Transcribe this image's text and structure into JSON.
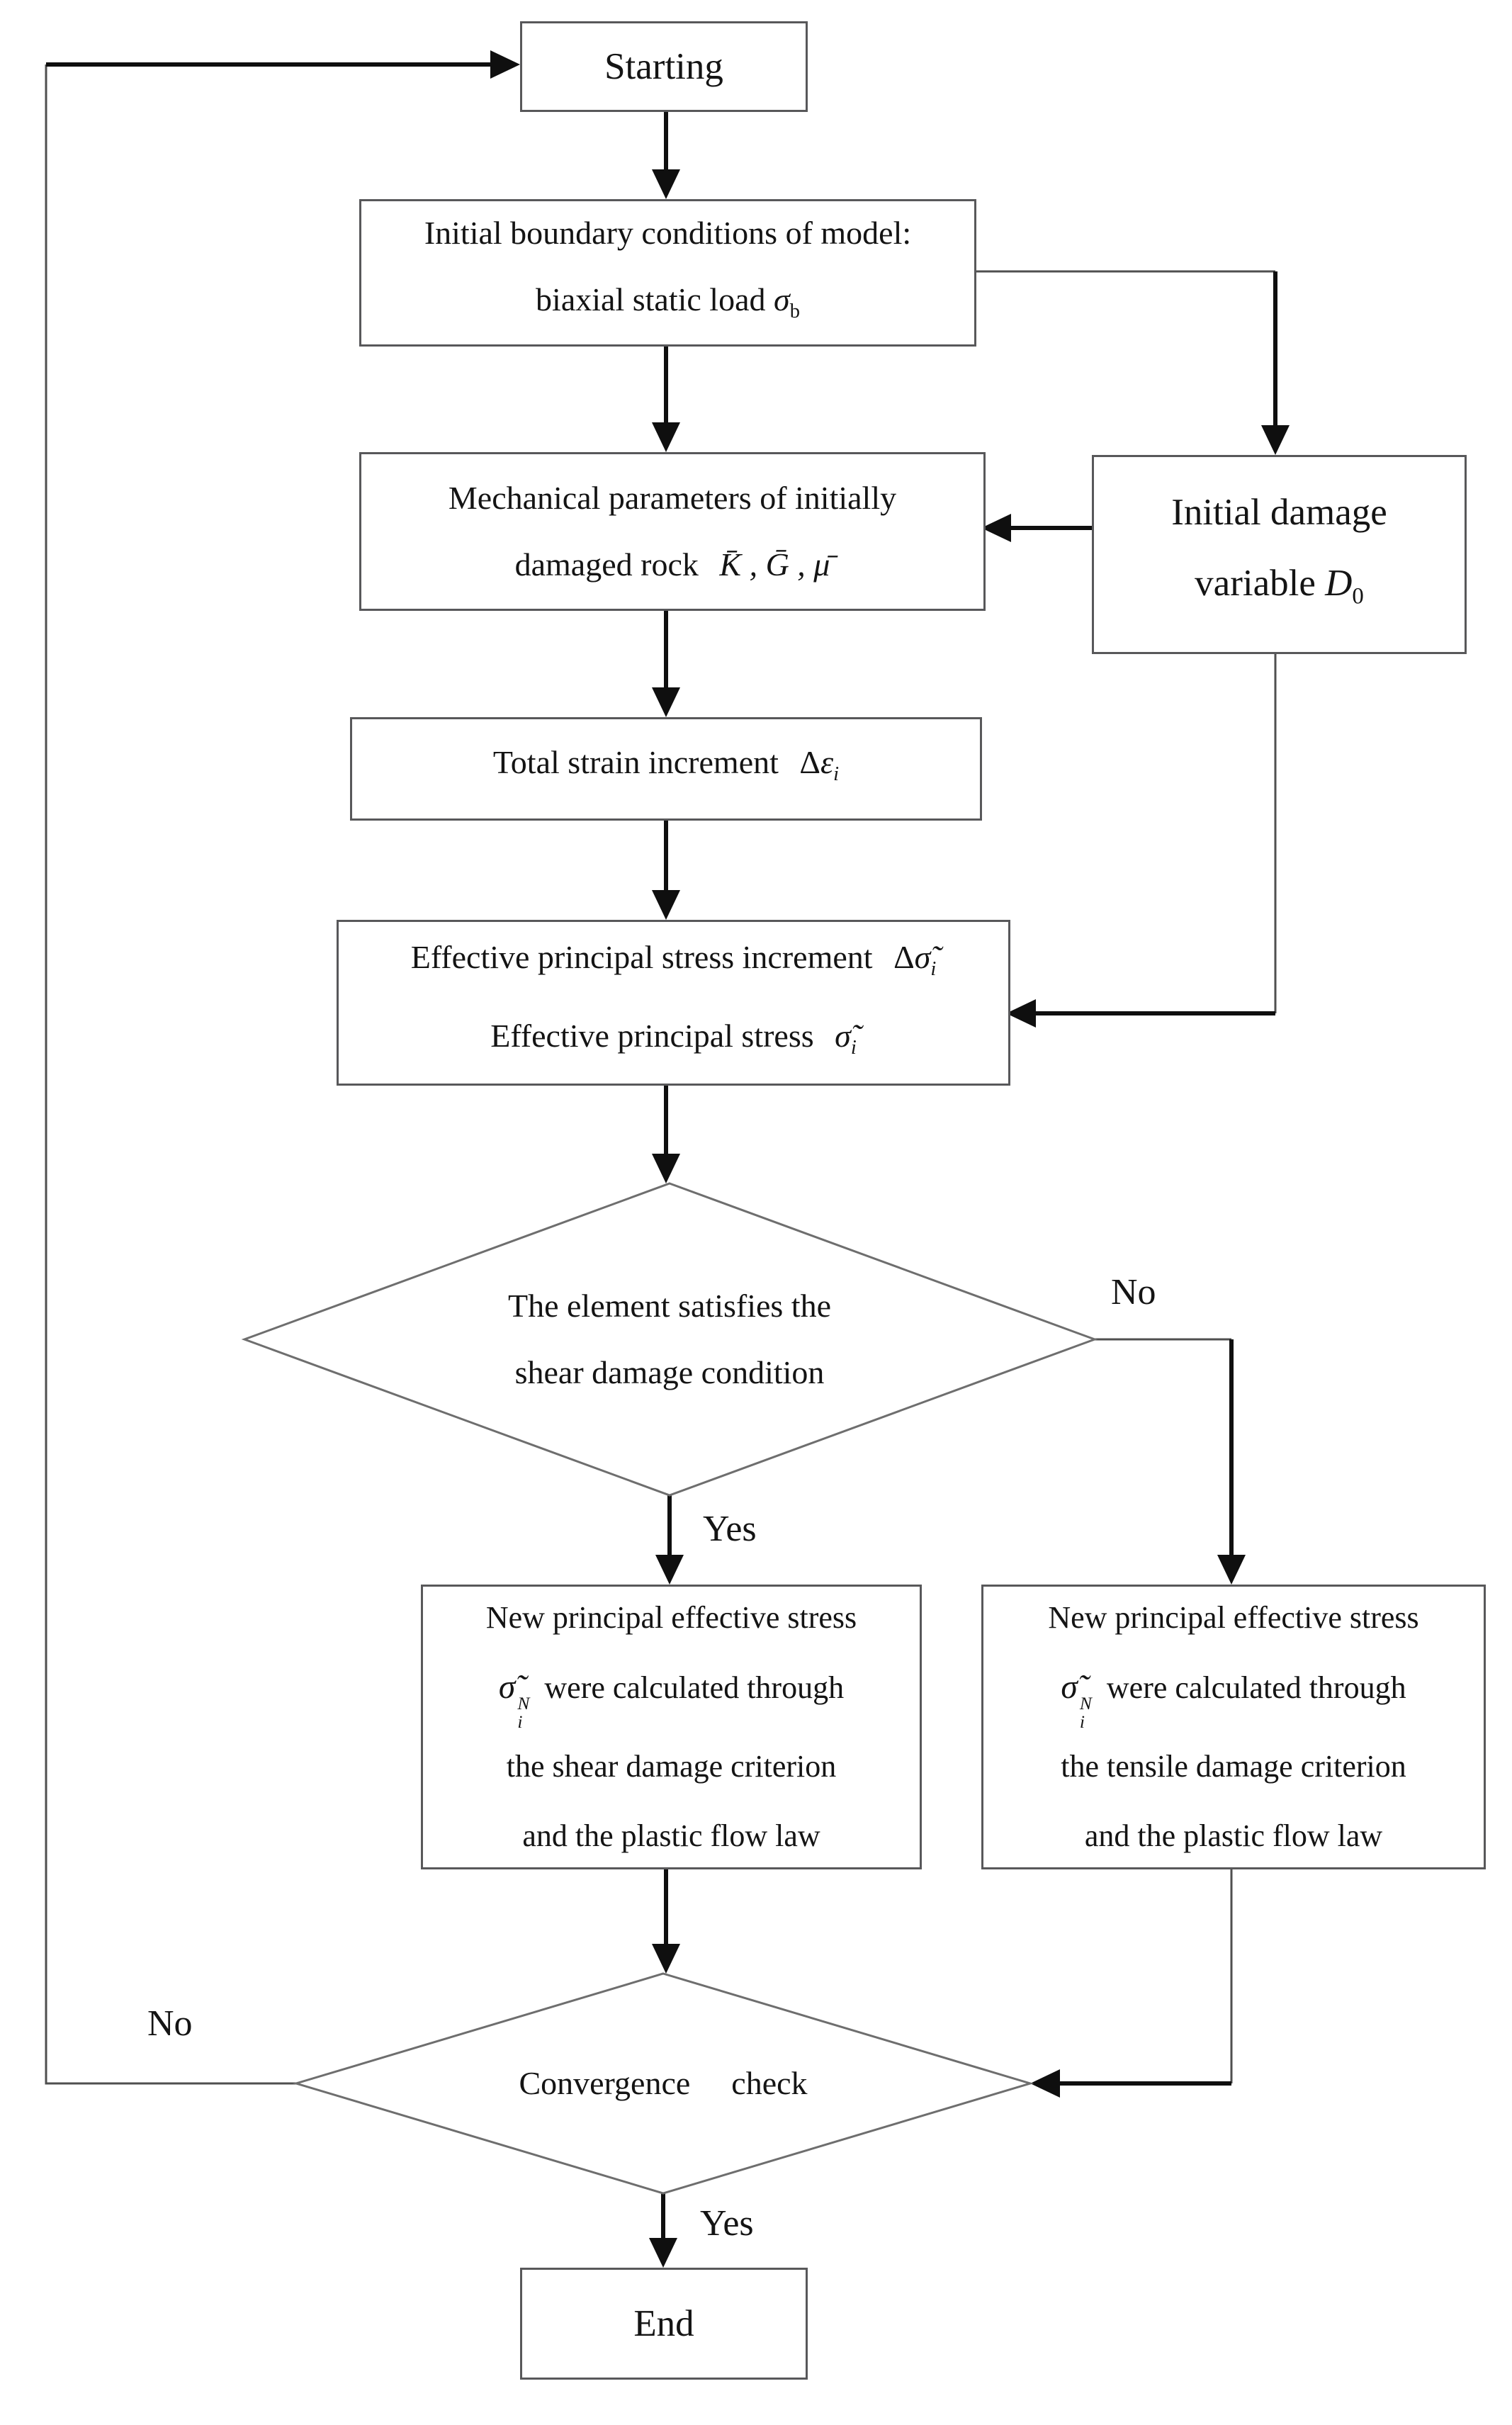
{
  "flowchart": {
    "nodes": {
      "start": {
        "label": "Starting"
      },
      "init_boundary": {
        "line1": "Initial boundary conditions of model:",
        "line2": "biaxial static load ",
        "sigma": "σ",
        "sigma_sub": "b"
      },
      "mech_params": {
        "line1": "Mechanical parameters of initially",
        "line2": "damaged rock ",
        "symbols": "K̄ , Ḡ , μ̄"
      },
      "initial_damage": {
        "line1": "Initial damage",
        "line2": "variable ",
        "var": "D",
        "var_sub": "0"
      },
      "total_strain": {
        "text": "Total strain increment ",
        "delta": "Δ",
        "epsilon": "ε",
        "eps_sub": "i"
      },
      "eff_stress": {
        "line1": "Effective principal stress increment ",
        "delta": "Δ",
        "sigma1": "σ̃",
        "sigma1_sub": "i",
        "line2": "Effective principal stress ",
        "sigma2": "σ̃",
        "sigma2_sub": "i"
      },
      "shear_check": {
        "line1": "The element satisfies the",
        "line2": "shear damage condition"
      },
      "shear_calc": {
        "line1": "New principal effective stress",
        "sigma": "σ̃",
        "sigma_sup": "N",
        "sigma_sub": "i",
        "line2": " were calculated through",
        "line3": "the shear damage criterion",
        "line4": "and the plastic flow law"
      },
      "tensile_calc": {
        "line1": "New principal effective stress",
        "sigma": "σ̃",
        "sigma_sup": "N",
        "sigma_sub": "i",
        "line2": " were calculated through",
        "line3": "the tensile damage criterion",
        "line4": "and the plastic flow law"
      },
      "convergence": {
        "word1": "Convergence",
        "word2": "check"
      },
      "end": {
        "label": "End"
      }
    },
    "edge_labels": {
      "shear_no": "No",
      "shear_yes": "Yes",
      "conv_no": "No",
      "conv_yes": "Yes"
    }
  }
}
